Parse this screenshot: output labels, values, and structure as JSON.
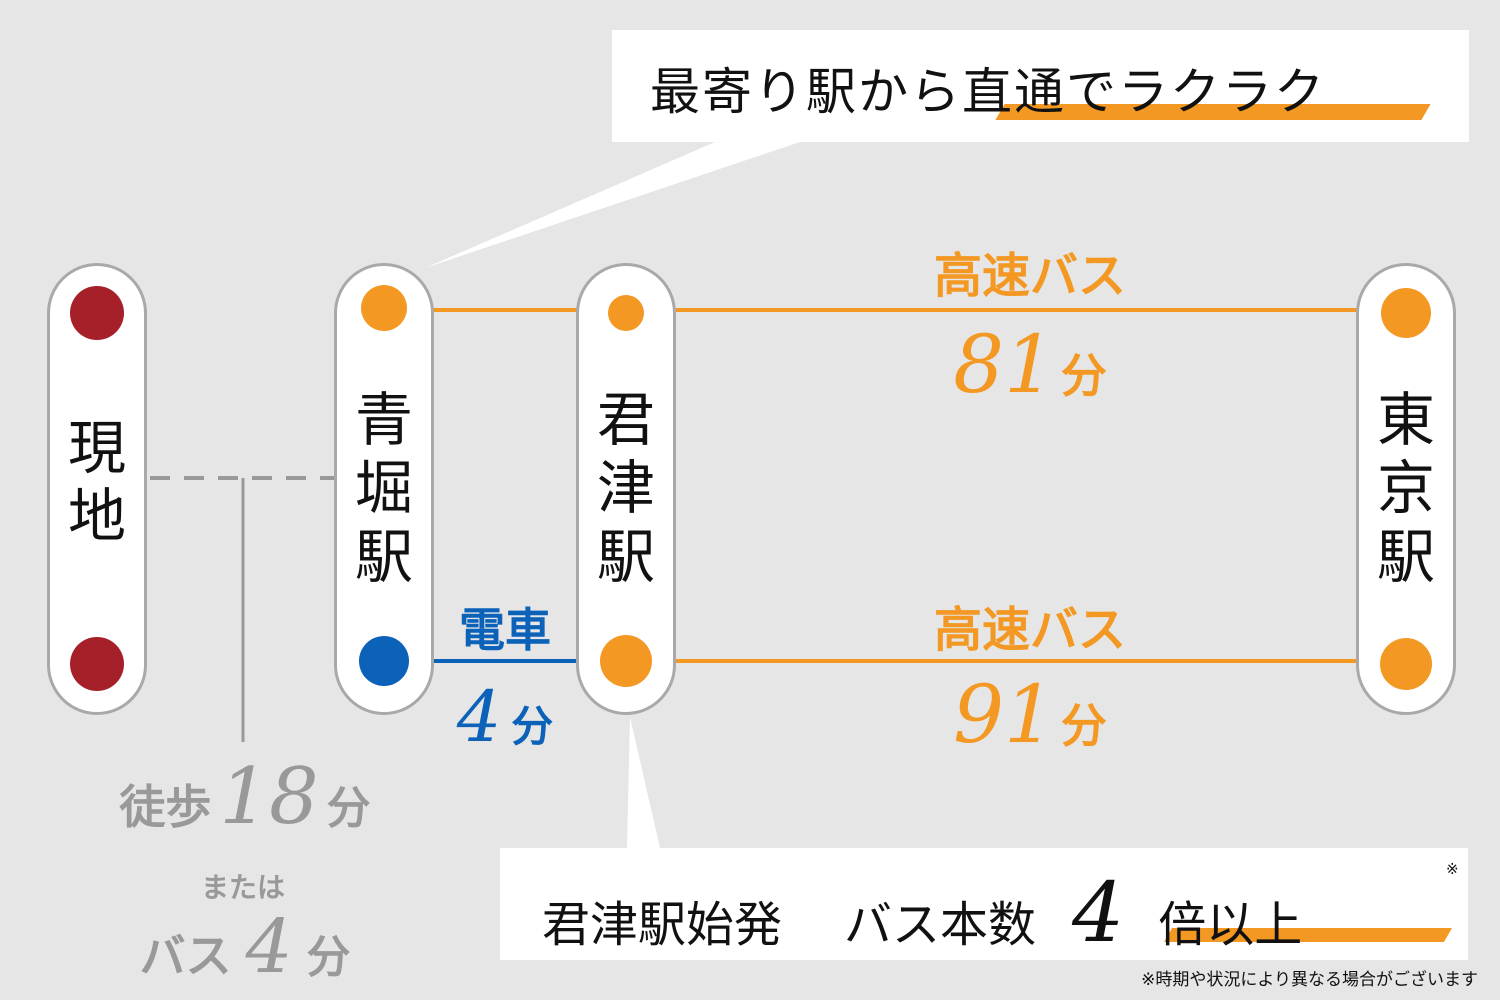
{
  "stations": {
    "current": {
      "chars": [
        "現",
        "地"
      ],
      "dot_color": "#a52028"
    },
    "aobori": {
      "chars": [
        "青",
        "堀",
        "駅"
      ]
    },
    "kimitsu": {
      "chars": [
        "君",
        "津",
        "駅"
      ]
    },
    "tokyo": {
      "chars": [
        "東",
        "京",
        "駅"
      ]
    }
  },
  "colors": {
    "orange": "#f39822",
    "blue": "#0b62b8",
    "red": "#a52028",
    "gray": "#999999"
  },
  "routes": {
    "upper": {
      "mode": "高速バス",
      "minutes": "81",
      "unit": "分"
    },
    "lower": {
      "mode": "高速バス",
      "minutes": "91",
      "unit": "分"
    },
    "train": {
      "mode": "電車",
      "minutes": "4",
      "unit": "分"
    }
  },
  "walk": {
    "prefix": "徒歩",
    "minutes": "18",
    "unit": "分",
    "or": "または",
    "bus_prefix": "バス",
    "bus_minutes": "4",
    "bus_unit": "分"
  },
  "callout_top": {
    "text": "最寄り駅から直通でラクラク"
  },
  "callout_bottom": {
    "part1": "君津駅始発",
    "part2": "バス本数",
    "number": "4",
    "part3": "倍以上",
    "mark": "※"
  },
  "footnote": "※時期や状況により異なる場合がございます"
}
